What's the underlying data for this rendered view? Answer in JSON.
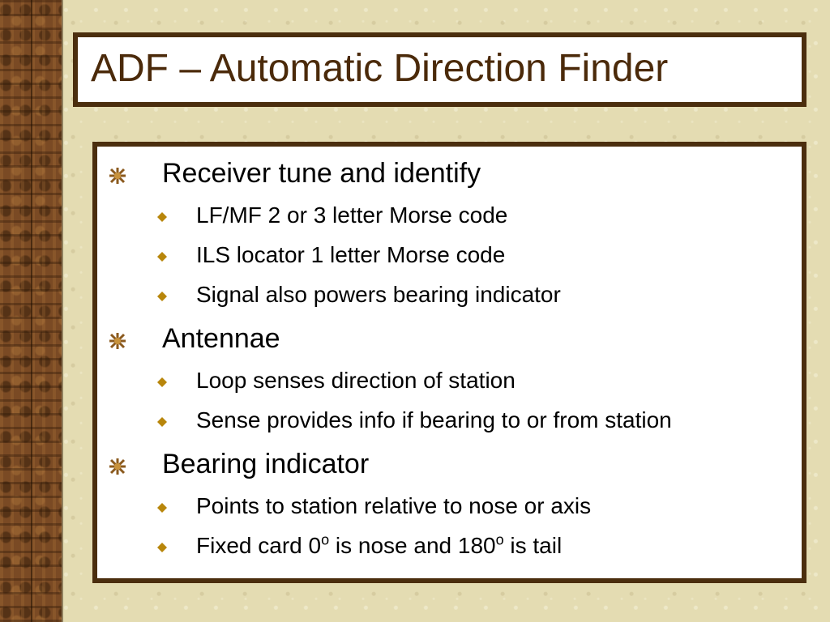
{
  "slide": {
    "title": "ADF – Automatic Direction Finder",
    "sections": [
      {
        "heading": "Receiver tune and identify",
        "items": [
          "LF/MF 2 or 3 letter Morse code",
          "ILS locator 1 letter Morse code",
          "Signal also powers bearing indicator"
        ]
      },
      {
        "heading": "Antennae",
        "items": [
          "Loop senses direction of station",
          "Sense provides info if bearing to or from station"
        ]
      },
      {
        "heading": "Bearing indicator",
        "items": [
          "Points to station relative to nose or axis"
        ]
      }
    ],
    "last_item": {
      "part1": "Fixed card 0",
      "sup1": "o",
      "part2": " is nose and 180",
      "sup2": "o",
      "part3": " is tail"
    }
  },
  "colors": {
    "frame": "#4b2e0e",
    "title_text": "#4b2a0a",
    "background": "#e4dcb2",
    "wood_strip": "#7a4a24",
    "sub_bullet": "#b8860b"
  },
  "icons": {
    "level1_bullet": "star-burst-icon",
    "level2_bullet": "diamond-icon"
  }
}
